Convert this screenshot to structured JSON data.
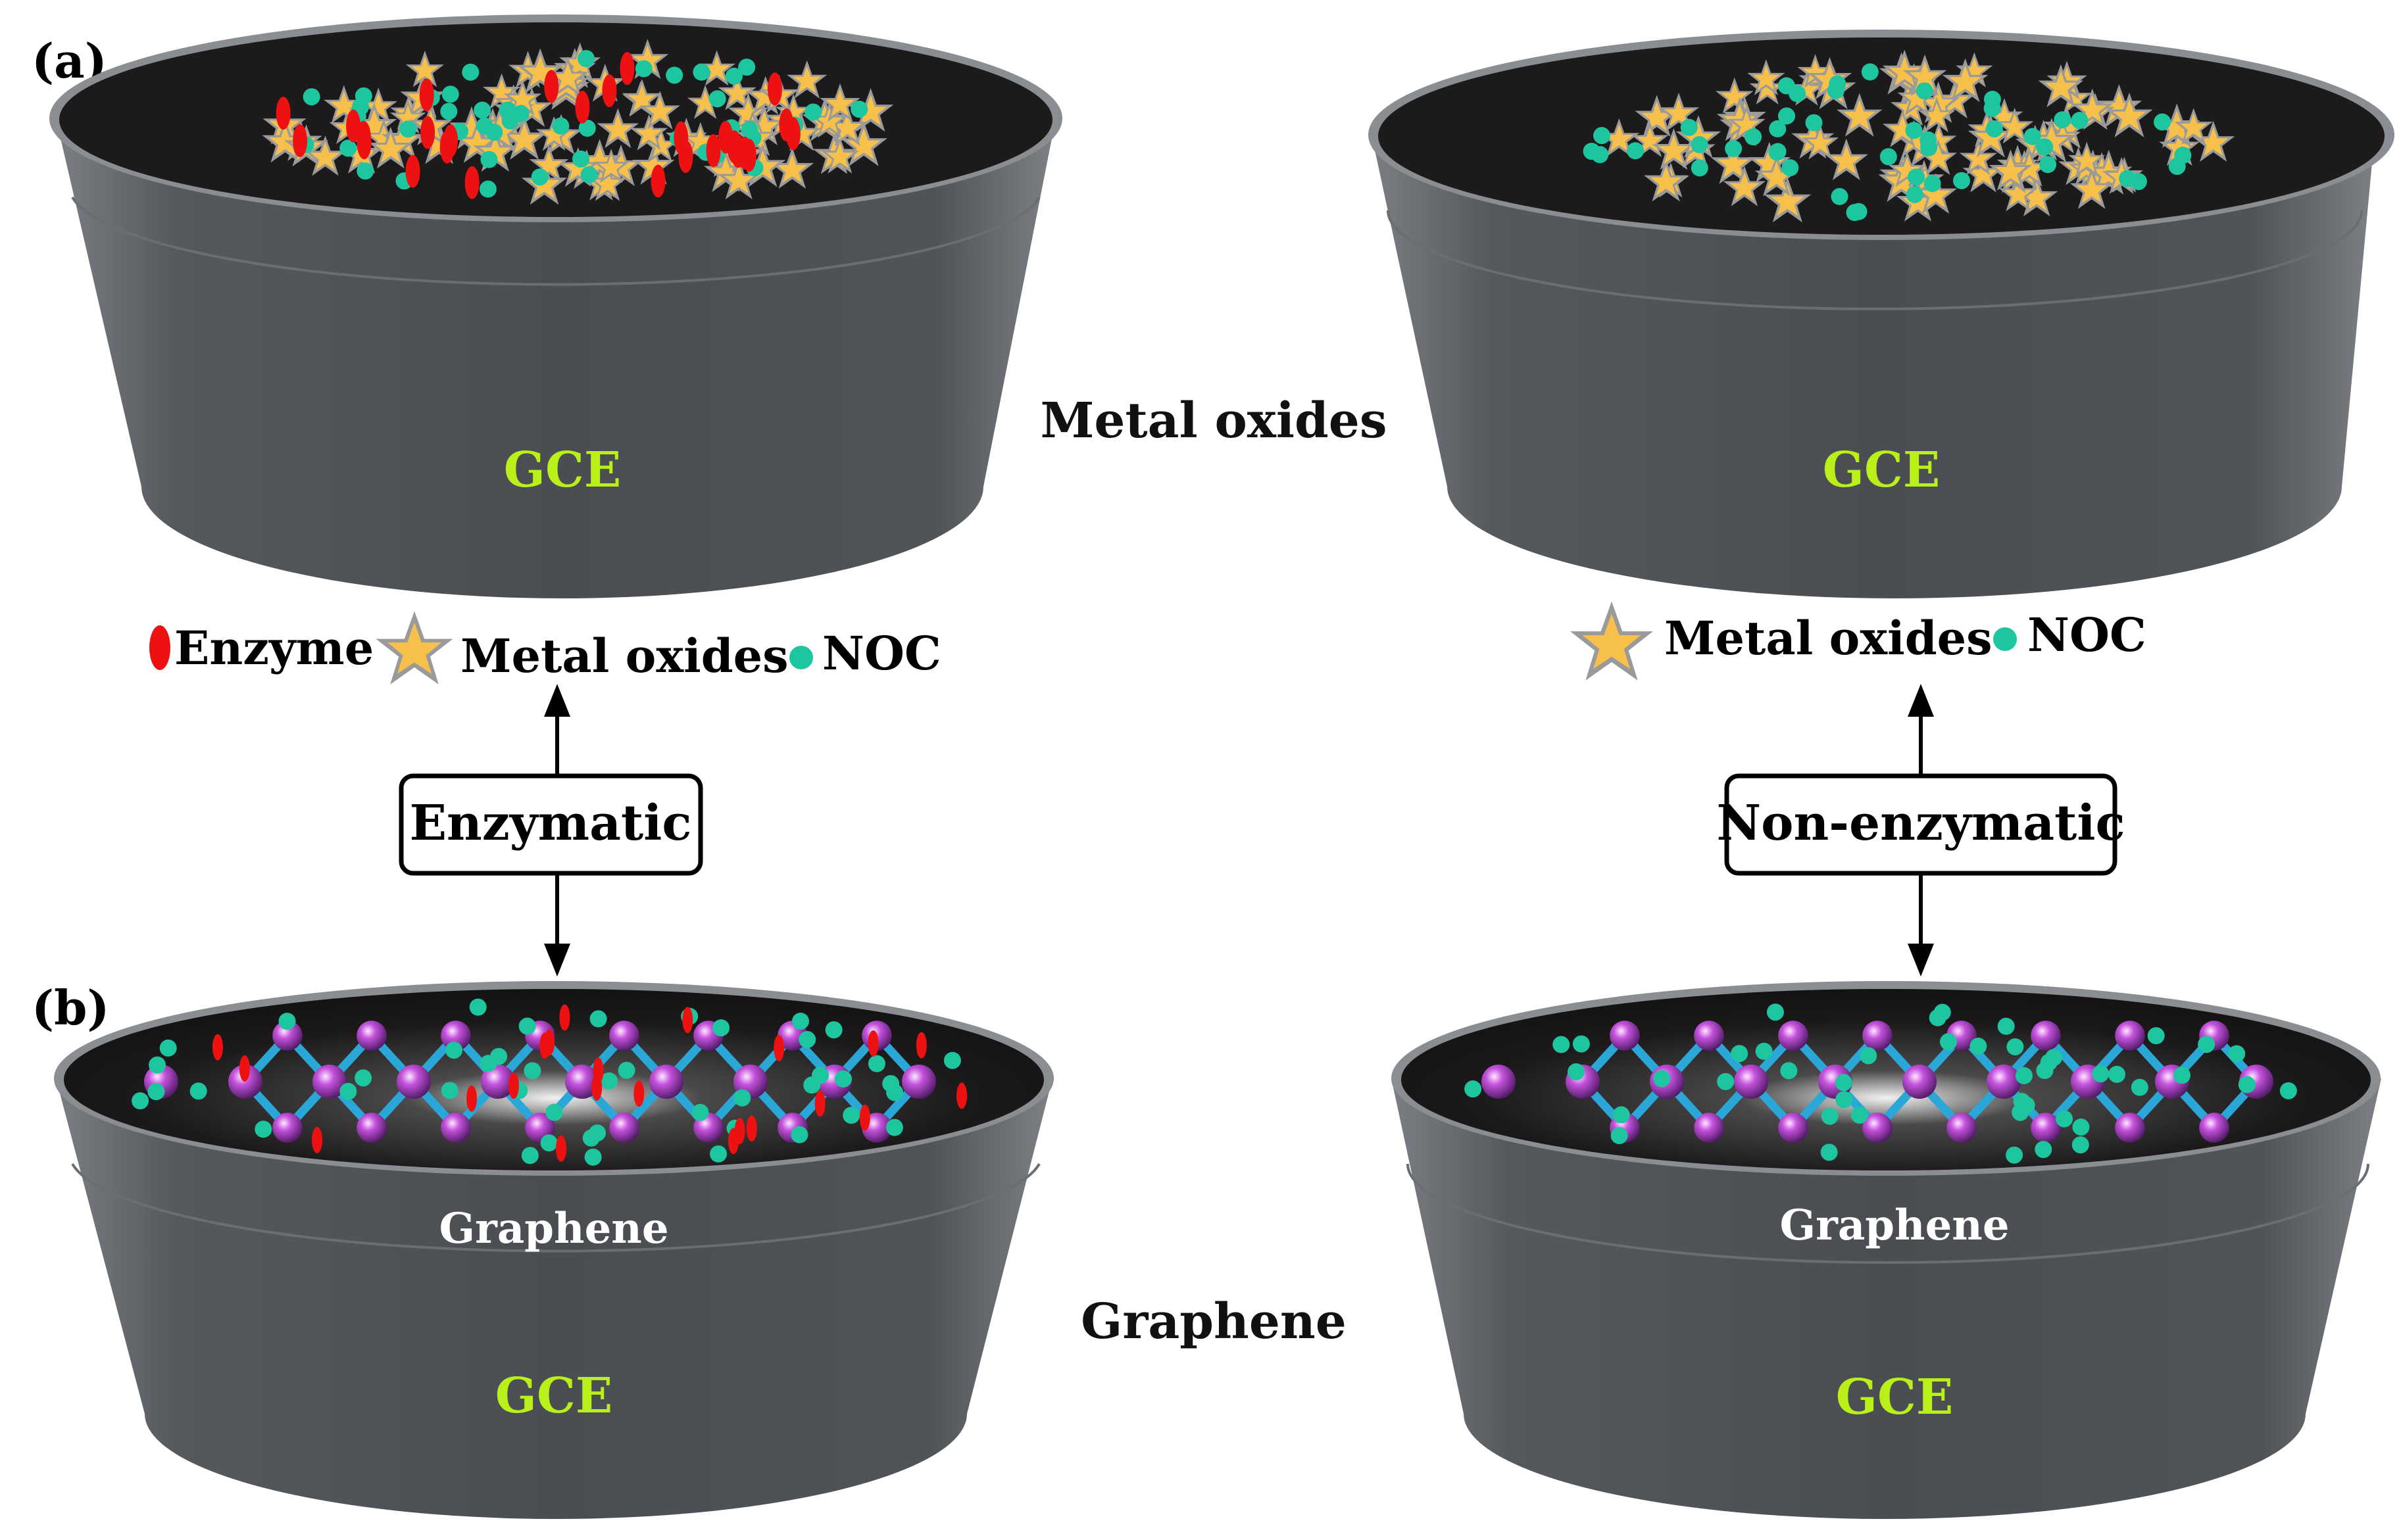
{
  "panel_labels": {
    "a": "(a)",
    "b": "(b)"
  },
  "section_labels": {
    "metal_oxides": "Metal oxides",
    "graphene": "Graphene"
  },
  "electrode_label": "GCE",
  "layer_label": "Graphene",
  "legend_left": {
    "enzyme": "Enzyme",
    "metal_oxides": "Metal oxides",
    "noc": "NOC"
  },
  "legend_right": {
    "metal_oxides": "Metal oxides",
    "noc": "NOC"
  },
  "boxes": {
    "enzymatic": "Enzymatic",
    "non_enzymatic": "Non-enzymatic"
  },
  "colors": {
    "electrode_body": "#4a4e52",
    "electrode_top": "#1c1a1b",
    "gce_text": "#b9f01a",
    "enzyme": "#ee1111",
    "star": "#f6c04a",
    "star_outline": "#9a9a9a",
    "noc": "#1ec6a0",
    "graphene_bond": "#2aa7d6",
    "graphene_atom": "#c04bd8"
  }
}
